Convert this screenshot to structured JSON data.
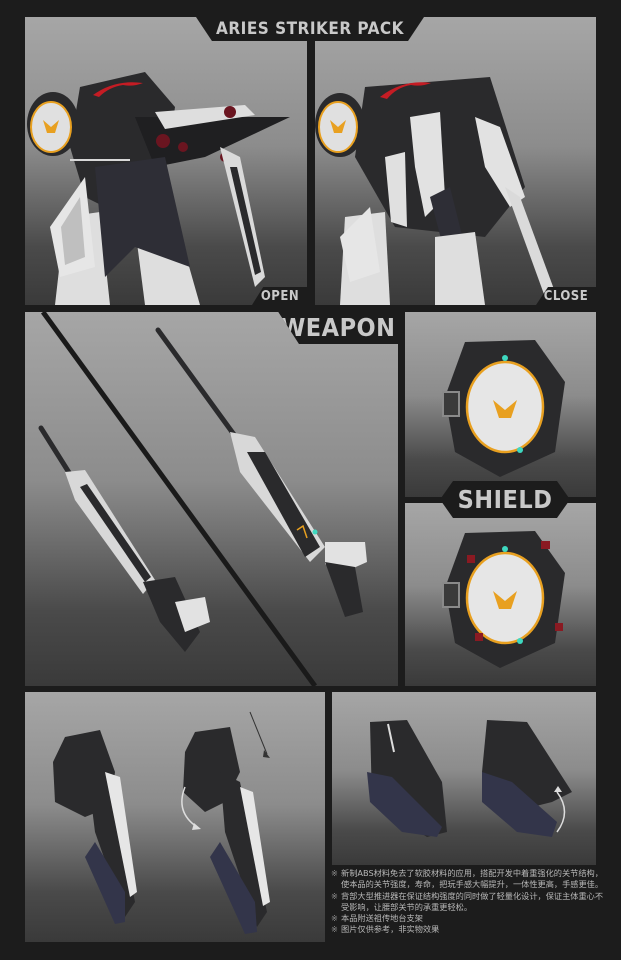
{
  "header": {
    "title": "ARIES STRIKER PACK"
  },
  "panels": {
    "open_label": "OPEN",
    "close_label": "CLOSE",
    "weapon_label": "WEAPON",
    "shield_label": "SHIELD"
  },
  "notes": [
    {
      "mark": "※",
      "text": "新制ABS材料免去了软胶材料的应用，搭配开发中着重强化的关节结构，使本品的关节强度，寿命，把玩手感大幅提升，一体性更高，手感更佳。"
    },
    {
      "mark": "※",
      "text": "背部大型推进器在保证结构强度的同时做了轻量化设计，保证主体重心不受影响，让腰部关节的承重更轻松。"
    },
    {
      "mark": "※",
      "text": "本品附送祖传地台支架"
    },
    {
      "mark": "※",
      "text": "图片仅供参考，非实物效果"
    }
  ],
  "colors": {
    "background": "#1c1c1c",
    "label_text": "#c9c9c9",
    "accent_orange": "#e8a020",
    "accent_red": "#c41c24",
    "accent_cyan": "#3ed8c0"
  }
}
